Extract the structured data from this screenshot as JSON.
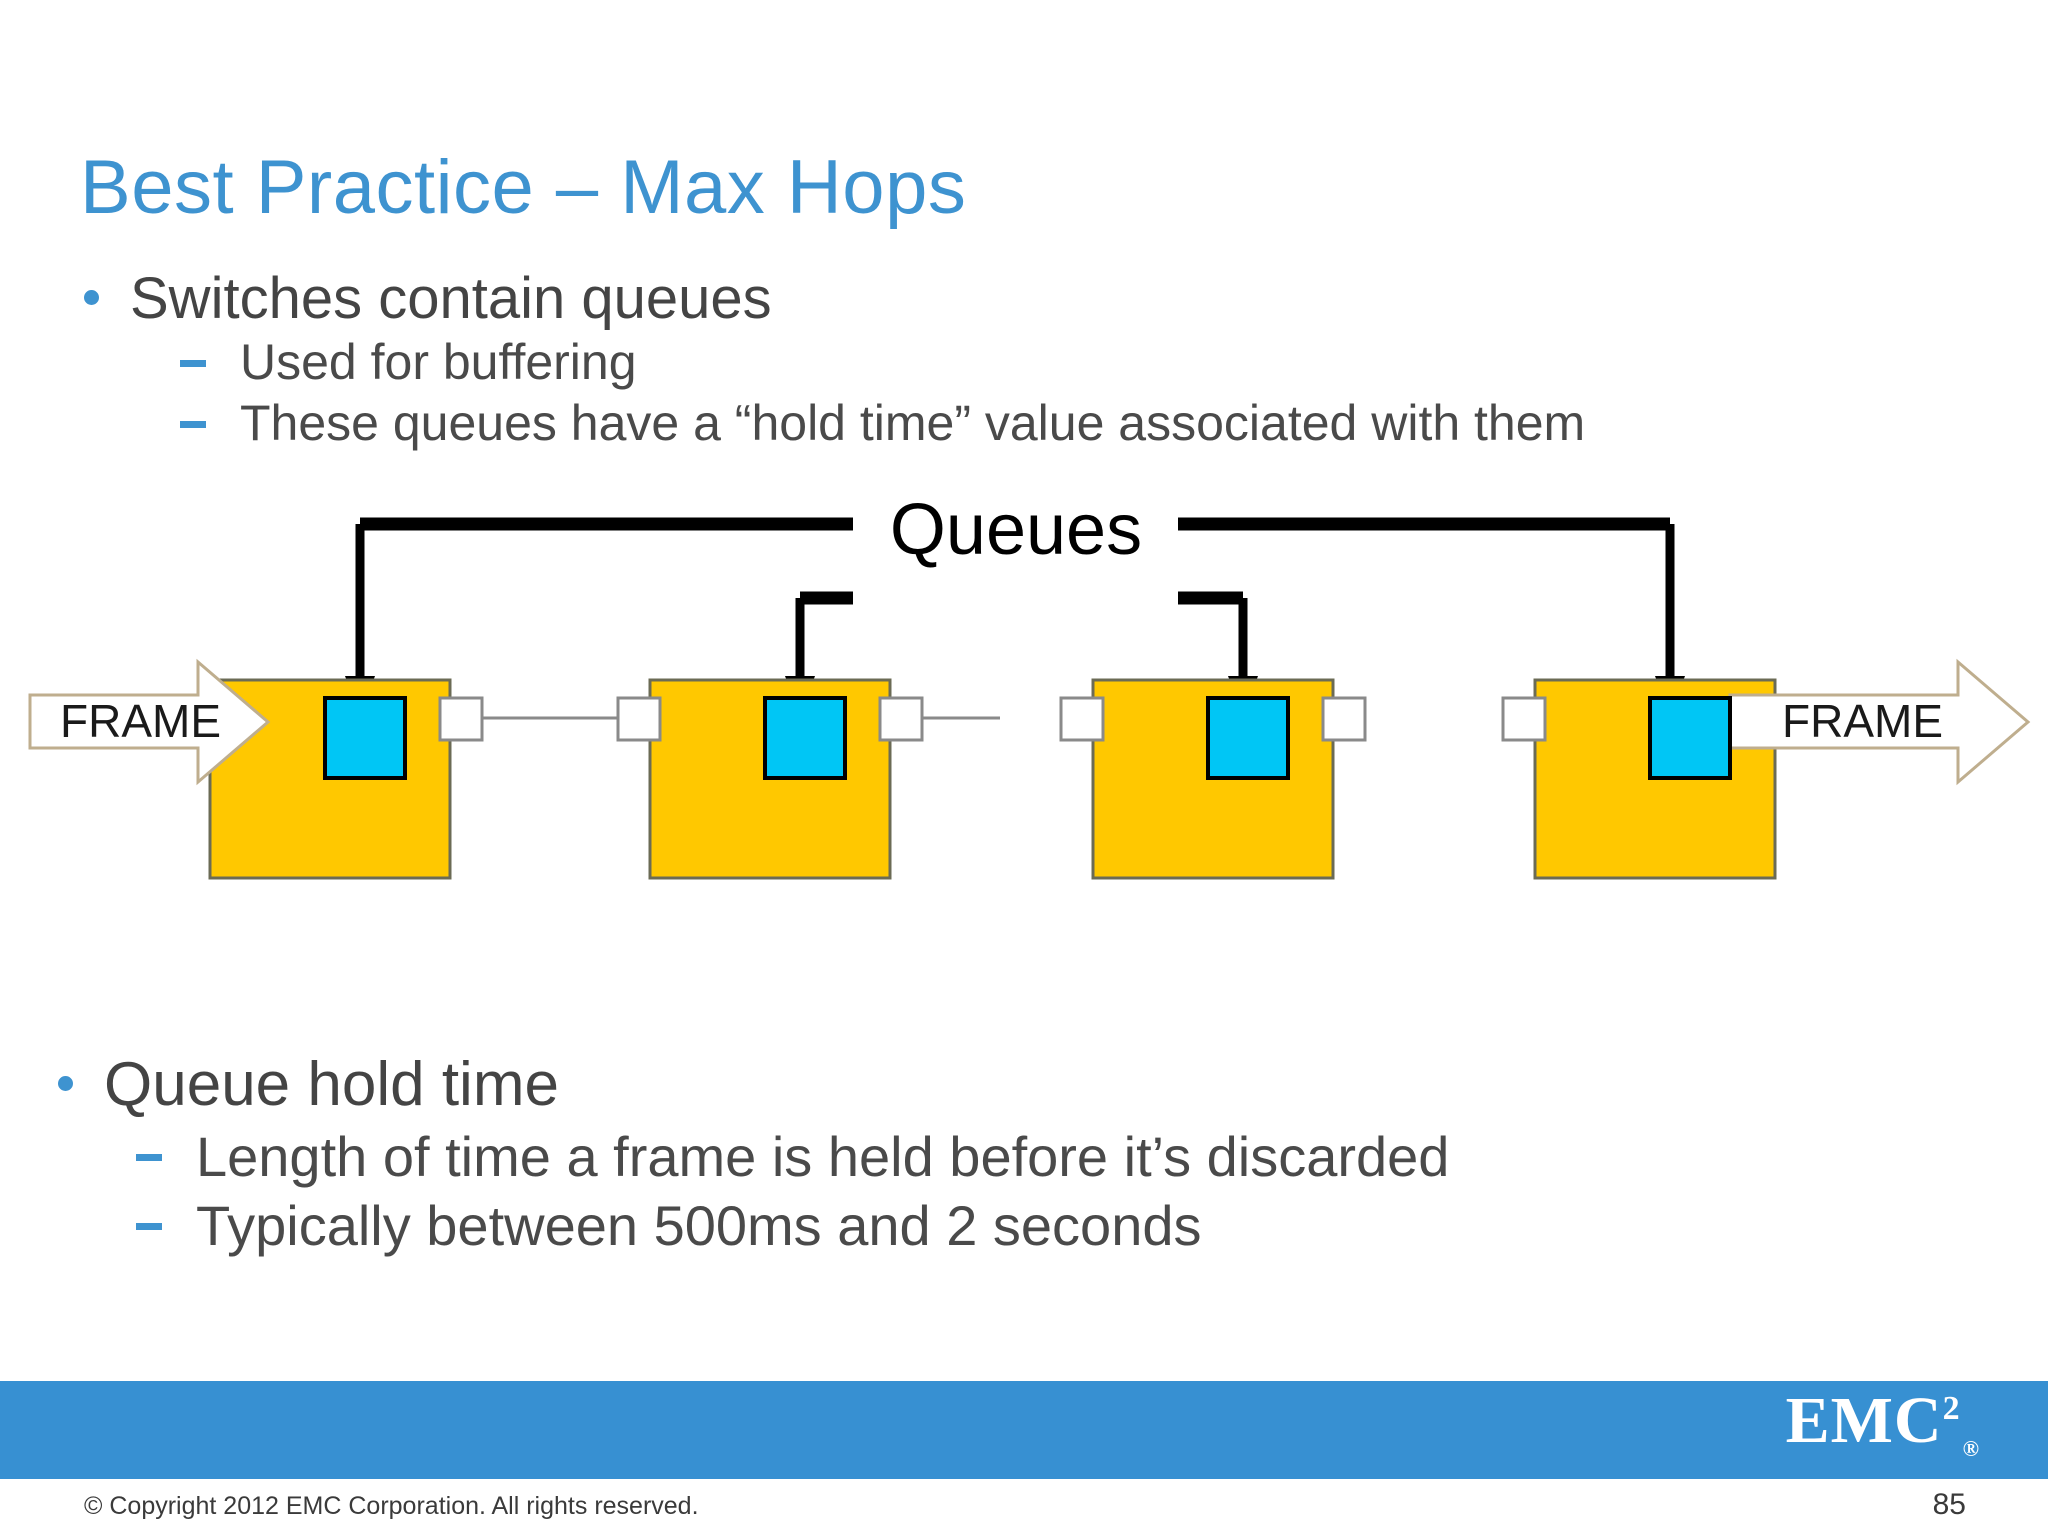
{
  "slide": {
    "title": "Best Practice – Max Hops",
    "title_color": "#3E93D0",
    "background_color": "#FFFFFF"
  },
  "body_top": {
    "bullet1": "Switches contain queues",
    "sub1": "Used for buffering",
    "sub2": "These queues have a “hold time” value associated with them"
  },
  "body_bottom": {
    "bullet1": "Queue hold time",
    "sub1": "Length of time a frame is held before it’s discarded",
    "sub2": "Typically between 500ms and 2 seconds"
  },
  "diagram": {
    "callout_label": "Queues",
    "frame_in_label": "FRAME",
    "frame_out_label": "FRAME",
    "switch_count": 4,
    "switch_fill_color": "#FFC800",
    "queue_fill_color": "#00C6F5",
    "connector_color": "#000000",
    "port_fill_color": "#FFFFFF",
    "frame_arrow_outline_color": "#BFAE8E"
  },
  "footer": {
    "bar_color": "#3790D2",
    "logo_text": "EMC",
    "logo_superscript": "2",
    "logo_registered": "®",
    "copyright": "© Copyright 2012 EMC Corporation. All rights reserved.",
    "page_number": "85"
  }
}
